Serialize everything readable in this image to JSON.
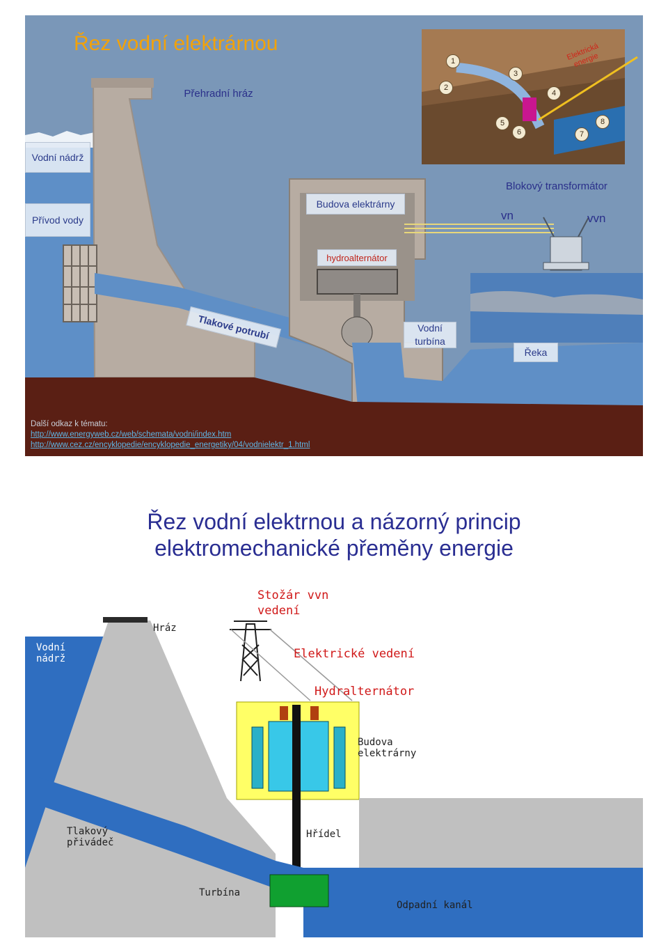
{
  "slide1": {
    "title": "Řez vodní elektrárnou",
    "labels": {
      "dam": "Přehradní hráz",
      "reservoir": "Vodní nádrž",
      "intake": "Přívod vody",
      "building": "Budova elektrárny",
      "alternator": "hydroalternátor",
      "penstock": "Tlakové potrubí",
      "turbine": "Vodní turbína",
      "river": "Řeka",
      "transformer": "Blokový transformátor",
      "vn": "vn",
      "vvn": "vvn",
      "energy": "Elektrická energie"
    },
    "inset_numbers": [
      "1",
      "2",
      "3",
      "4",
      "5",
      "6",
      "7",
      "8"
    ],
    "links": {
      "heading": "Další odkaz k tématu:",
      "url1": "http://www.energyweb.cz/web/schemata/vodni/index.htm",
      "url2": "http://www.cez.cz/encyklopedie/encyklopedie_energetiky/04/vodnielektr_1.html"
    }
  },
  "slide2": {
    "title_line1": "Řez vodní elektrnou a názorný princip",
    "title_line2": "elektromechanické přeměny energie",
    "labels": {
      "pylon_1": "Stožár vvn",
      "pylon_2": "vedení",
      "line": "Elektrické vedení",
      "alternator": "Hydralternátor",
      "dam": "Hráz",
      "reservoir_1": "Vodní",
      "reservoir_2": "nádrž",
      "building_1": "Budova",
      "building_2": "elektrárny",
      "penstock_1": "Tlakový",
      "penstock_2": "přivádeč",
      "shaft": "Hřídel",
      "turbine": "Turbína",
      "tailrace": "Odpadní kanál"
    }
  },
  "colors": {
    "title_orange": "#f2a20a",
    "title_blue": "#2a2e92",
    "label_red": "#d01818",
    "water": "#4a86c6",
    "concrete": "#b7aca2",
    "soil": "#5a1f14"
  }
}
